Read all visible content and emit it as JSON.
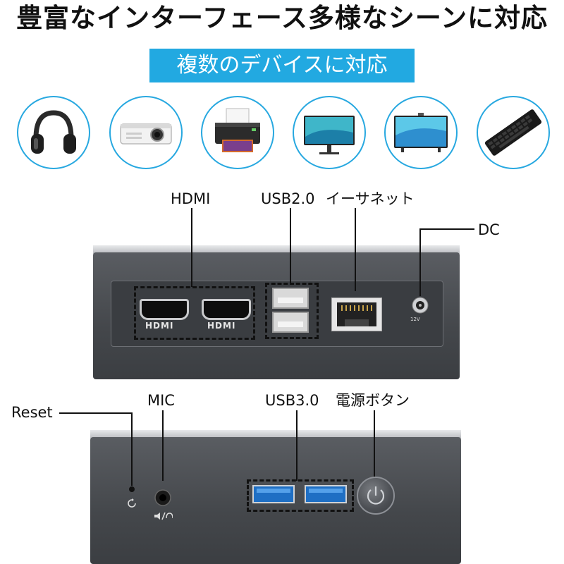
{
  "title": "豊富なインターフェース多様なシーンに対応",
  "subtitle": "複数のデバイスに対応",
  "devices": [
    {
      "name": "headphones-icon"
    },
    {
      "name": "projector-icon"
    },
    {
      "name": "printer-icon"
    },
    {
      "name": "monitor-icon"
    },
    {
      "name": "tv-icon"
    },
    {
      "name": "keyboard-icon"
    }
  ],
  "rear_panel": {
    "hdmi_label": "HDMI",
    "usb2_label": "USB2.0",
    "ethernet_label": "イーサネット",
    "dc_label": "DC",
    "port_hdmi_text": "HDMI",
    "dc_rating": "12V"
  },
  "front_panel": {
    "reset_label": "Reset",
    "mic_label": "MIC",
    "usb3_label": "USB3.0",
    "power_label": "電源ボタン"
  },
  "colors": {
    "accent": "#22a9e1",
    "device_body": "#4a4d52",
    "usb3_blue": "#1f6fc4"
  }
}
